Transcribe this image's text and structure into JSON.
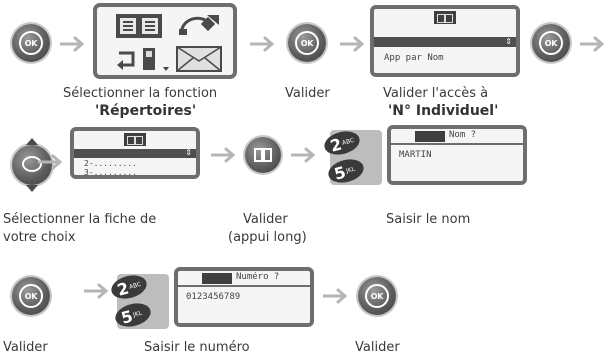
{
  "buttons": {
    "ok_label": "OK"
  },
  "step1": {
    "caption_line1": "Sélectionner la fonction",
    "caption_line2": "'Répertoires'"
  },
  "step2": {
    "caption": "Valider"
  },
  "step3": {
    "screen_line": "App par Nom",
    "caption_line1": "Valider l'accès à",
    "caption_line2": "'N° Individuel'"
  },
  "step4": {
    "screen_lines": [
      "2-.........",
      "3-........."
    ],
    "caption_line1": "Sélectionner la fiche de",
    "caption_line2": "votre choix"
  },
  "step5": {
    "caption_line1": "Valider",
    "caption_line2": "(appui long)"
  },
  "step6": {
    "screen_title": "Nom ?",
    "screen_value": "MARTIN",
    "caption": "Saisir le nom",
    "key_top": "2",
    "key_top_letters": "ABC",
    "key_bottom": "5",
    "key_bottom_letters": "JKL"
  },
  "step7": {
    "caption": "Valider"
  },
  "step8": {
    "screen_title": "Numéro ?",
    "screen_value": "0123456789",
    "caption": "Saisir le numéro"
  },
  "step9": {
    "caption": "Valider"
  },
  "icons": [
    "ok-button-icon",
    "arrow-right-icon",
    "directory-book-icon",
    "navigator-icon",
    "keypad-icon",
    "telephone-icon",
    "envelope-icon"
  ]
}
